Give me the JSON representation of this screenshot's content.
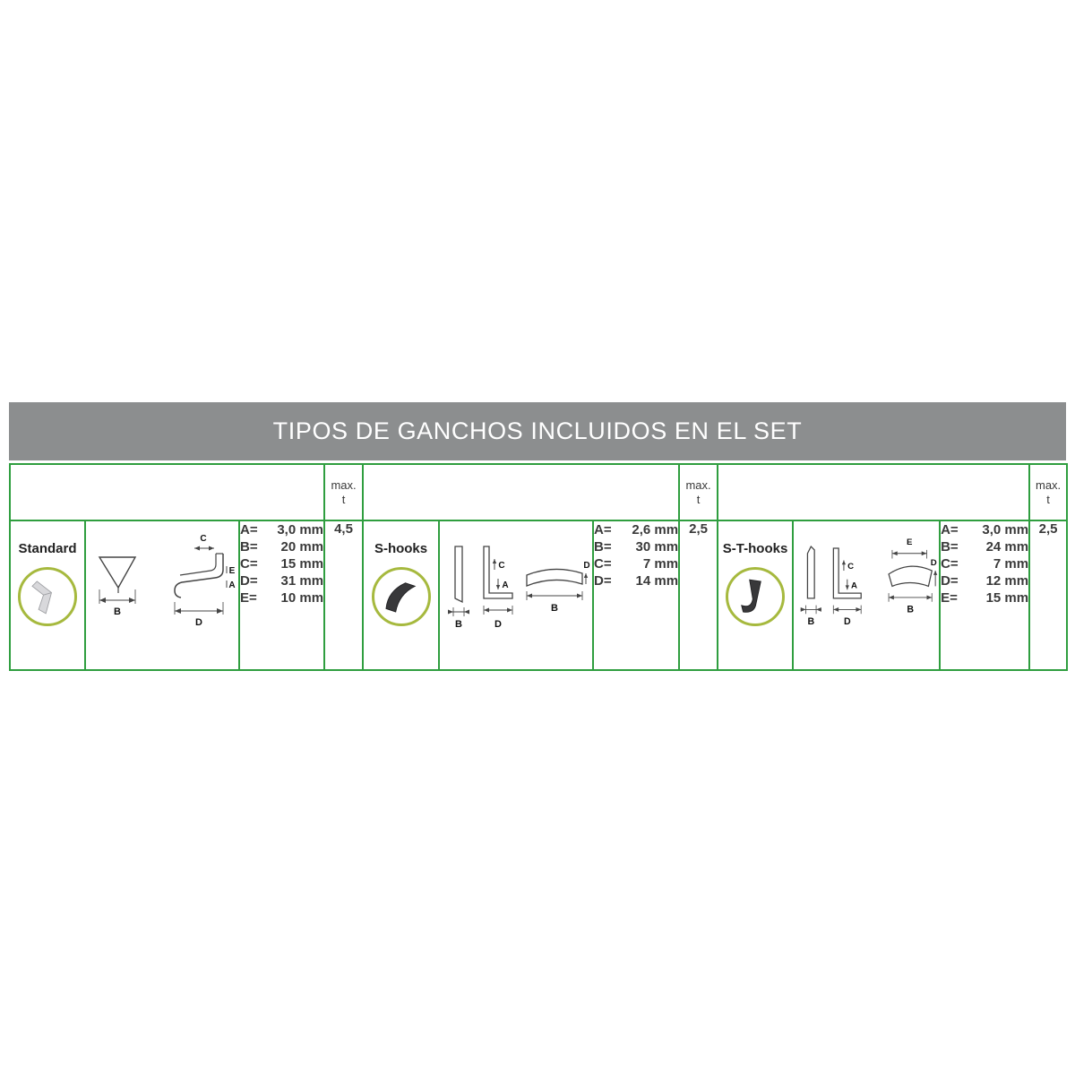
{
  "title": "TIPOS DE GANCHOS INCLUIDOS EN EL SET",
  "header": {
    "max_line1": "max.",
    "max_line2": "t"
  },
  "colors": {
    "title_bg": "#8c8e8f",
    "title_text": "#ffffff",
    "table_border": "#2f9e3f",
    "photo_ring": "#a6b93e",
    "text": "#3a3a3a"
  },
  "sections": [
    {
      "name": "Standard",
      "photo": "standard-hook-photo",
      "diagram_labels": {
        "b": "B",
        "c": "C",
        "e": "E",
        "a": "A",
        "d": "D"
      },
      "measurements": [
        {
          "key": "A=",
          "value": "3,0 mm"
        },
        {
          "key": "B=",
          "value": "20 mm"
        },
        {
          "key": "C=",
          "value": "15 mm"
        },
        {
          "key": "D=",
          "value": "31 mm"
        },
        {
          "key": "E=",
          "value": "10 mm"
        }
      ],
      "max_t": "4,5"
    },
    {
      "name": "S-hooks",
      "photo": "s-hook-photo",
      "diagram_labels": {
        "b1": "B",
        "c": "C",
        "a": "A",
        "d1": "D",
        "b2": "B",
        "d2": "D"
      },
      "measurements": [
        {
          "key": "A=",
          "value": "2,6 mm"
        },
        {
          "key": "B=",
          "value": "30 mm"
        },
        {
          "key": "C=",
          "value": "7 mm"
        },
        {
          "key": "D=",
          "value": "14 mm"
        }
      ],
      "max_t": "2,5"
    },
    {
      "name": "S-T-hooks",
      "photo": "s-t-hook-photo",
      "diagram_labels": {
        "b1": "B",
        "c": "C",
        "a": "A",
        "d1": "D",
        "e": "E",
        "b2": "B",
        "d2": "D"
      },
      "measurements": [
        {
          "key": "A=",
          "value": "3,0 mm"
        },
        {
          "key": "B=",
          "value": "24 mm"
        },
        {
          "key": "C=",
          "value": "7 mm"
        },
        {
          "key": "D=",
          "value": "12 mm"
        },
        {
          "key": "E=",
          "value": "15 mm"
        }
      ],
      "max_t": "2,5"
    }
  ]
}
